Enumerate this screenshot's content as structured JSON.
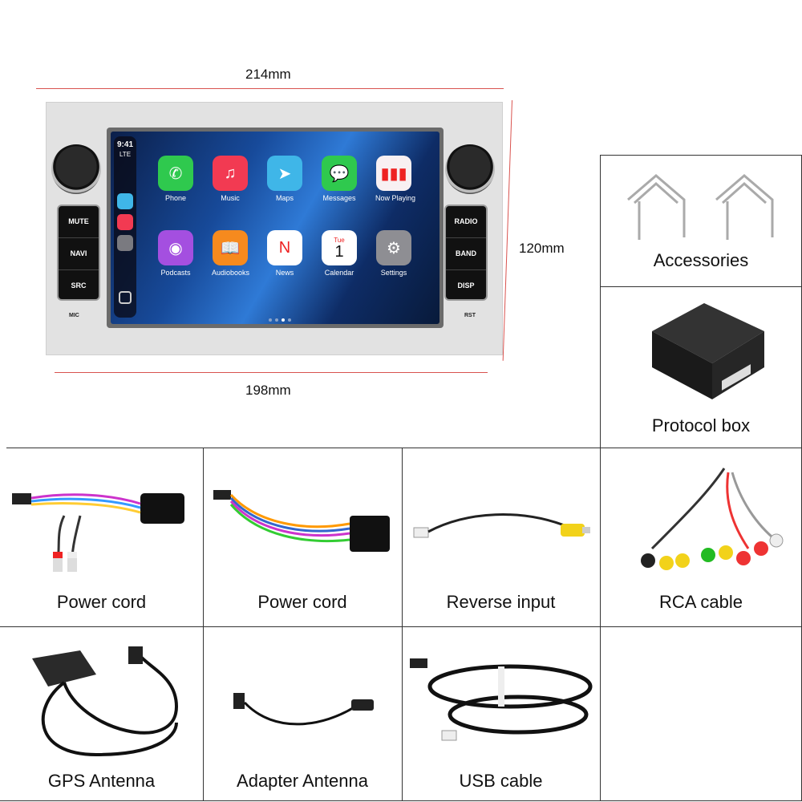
{
  "dimensions": {
    "top": "214mm",
    "right": "120mm",
    "bottom": "198mm"
  },
  "unit": {
    "left_buttons": [
      "MUTE",
      "NAVI",
      "SRC"
    ],
    "right_buttons": [
      "RADIO",
      "BAND",
      "DISP"
    ],
    "left_label": "MIC",
    "right_label": "RST",
    "screen": {
      "time": "9:41",
      "network": "LTE",
      "apps": [
        {
          "name": "Phone",
          "color": "#2fc94e",
          "icon": "phone-icon",
          "glyph": "✆"
        },
        {
          "name": "Music",
          "color": "#f23a52",
          "icon": "music-icon",
          "glyph": "♫"
        },
        {
          "name": "Maps",
          "color": "#3fb6e8",
          "icon": "maps-icon",
          "glyph": "➤"
        },
        {
          "name": "Messages",
          "color": "#2fc94e",
          "icon": "messages-icon",
          "glyph": "💬"
        },
        {
          "name": "Now Playing",
          "color": "#f8f0f2",
          "icon": "now-playing-icon",
          "glyph": "▮▮▮"
        },
        {
          "name": "Podcasts",
          "color": "#a44fe0",
          "icon": "podcasts-icon",
          "glyph": "◉"
        },
        {
          "name": "Audiobooks",
          "color": "#f68a1e",
          "icon": "audiobooks-icon",
          "glyph": "📖"
        },
        {
          "name": "News",
          "color": "#ffffff",
          "icon": "news-icon",
          "glyph": "N"
        },
        {
          "name": "Calendar",
          "color": "#ffffff",
          "icon": "calendar-icon",
          "glyph": "1",
          "sub": "Tue"
        },
        {
          "name": "Settings",
          "color": "#8e8e93",
          "icon": "settings-icon",
          "glyph": "⚙"
        }
      ]
    }
  },
  "items": {
    "accessories": "Accessories",
    "protocol_box": "Protocol box",
    "power_cord_1": "Power cord",
    "power_cord_2": "Power cord",
    "reverse_input": "Reverse input",
    "rca_cable": "RCA cable",
    "gps_antenna": "GPS Antenna",
    "adapter_antenna": "Adapter Antenna",
    "usb_cable": "USB cable"
  }
}
